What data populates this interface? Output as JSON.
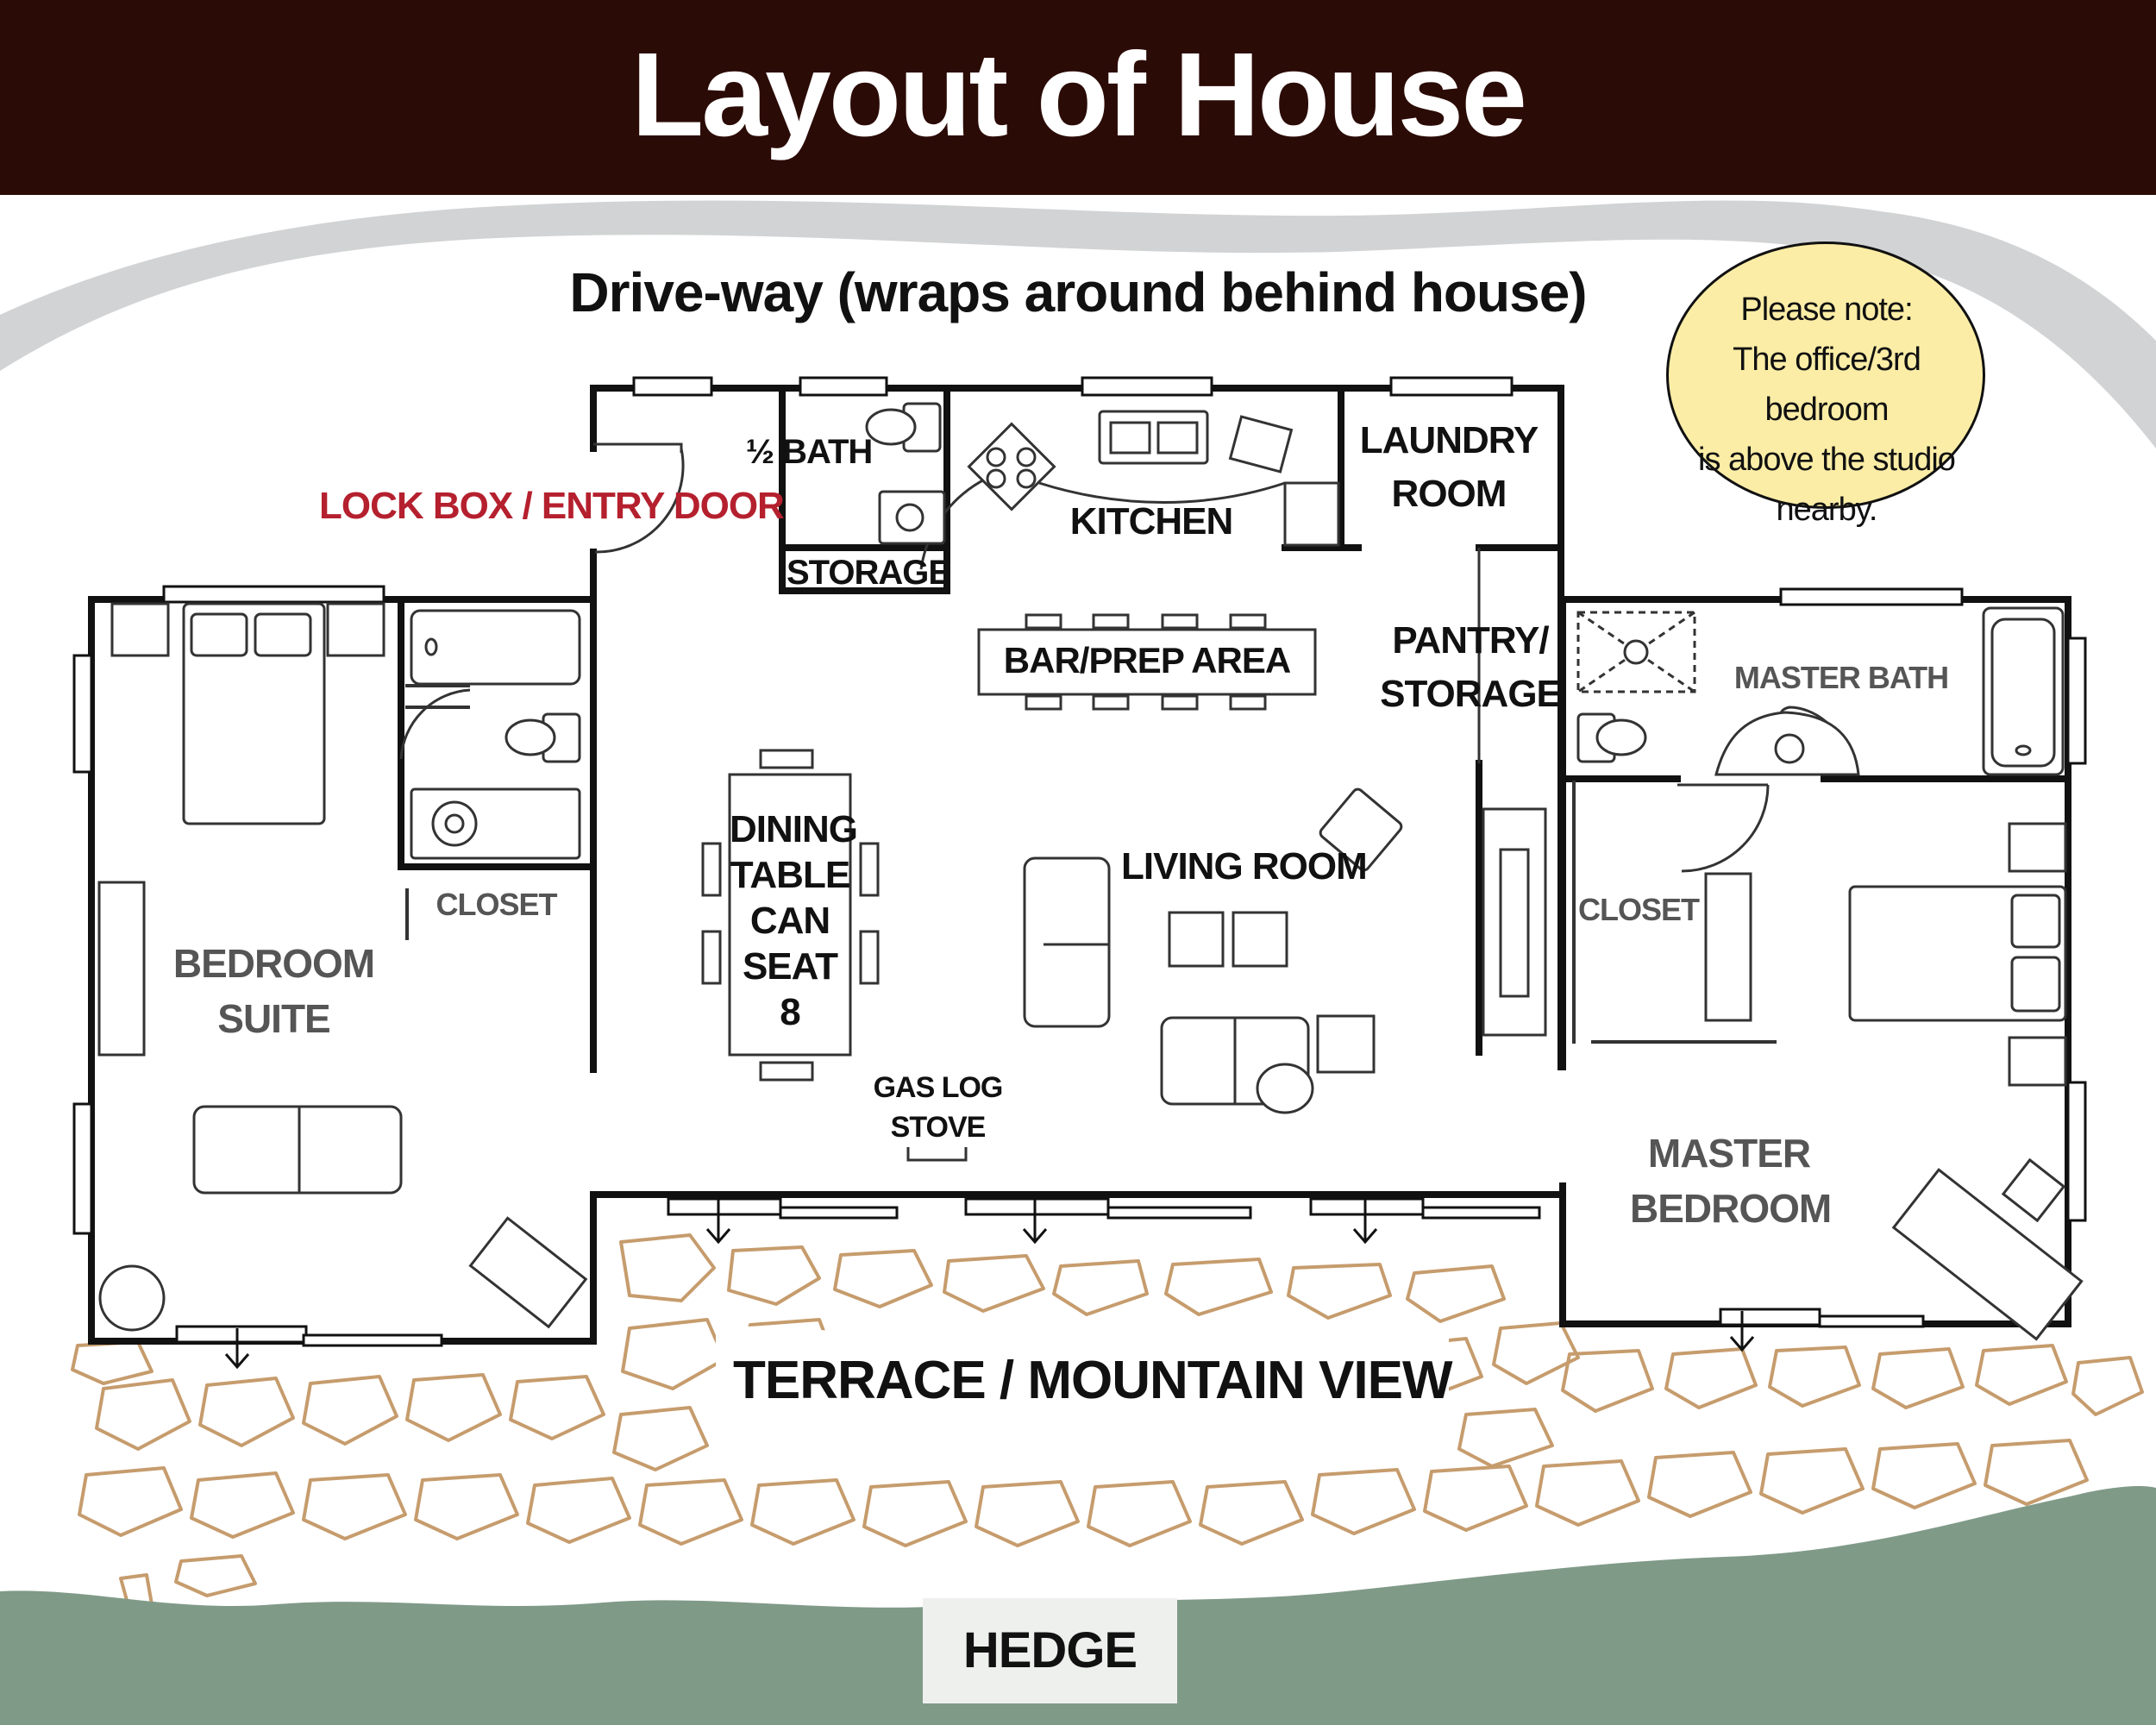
{
  "header": {
    "title": "Layout of House"
  },
  "driveway": {
    "label": "Drive-way (wraps around behind house)"
  },
  "note": {
    "lines": [
      "Please note:",
      "The office/3rd bedroom",
      "is above the studio",
      "nearby."
    ]
  },
  "rooms": {
    "half_bath": "½ BATH",
    "storage": "STORAGE",
    "kitchen": "KITCHEN",
    "laundry_line1": "LAUNDRY",
    "laundry_line2": "ROOM",
    "lock_box": "LOCK BOX / ENTRY DOOR",
    "bar_prep": "BAR/PREP AREA",
    "pantry_line1": "PANTRY/",
    "pantry_line2": "STORAGE",
    "master_bath": "MASTER BATH",
    "closet_left": "CLOSET",
    "closet_right": "CLOSET",
    "bedroom_suite_line1": "BEDROOM",
    "bedroom_suite_line2": "SUITE",
    "dining_lines": [
      "DINING",
      "TABLE",
      "CAN",
      "SEAT",
      "8"
    ],
    "living_room": "LIVING ROOM",
    "gas_log_line1": "GAS LOG",
    "gas_log_line2": "STOVE",
    "master_bedroom_line1": "MASTER",
    "master_bedroom_line2": "BEDROOM"
  },
  "outdoor": {
    "terrace": "TERRACE / MOUNTAIN VIEW",
    "hedge": "HEDGE"
  },
  "colors": {
    "header_bg": "#2b0b06",
    "driveway": "#d1d3d4",
    "note_bg": "#fbeda6",
    "entry_red": "#b5202e",
    "stone_outline": "#c69c6d",
    "hedge": "#809a88",
    "wall": "#111111"
  }
}
